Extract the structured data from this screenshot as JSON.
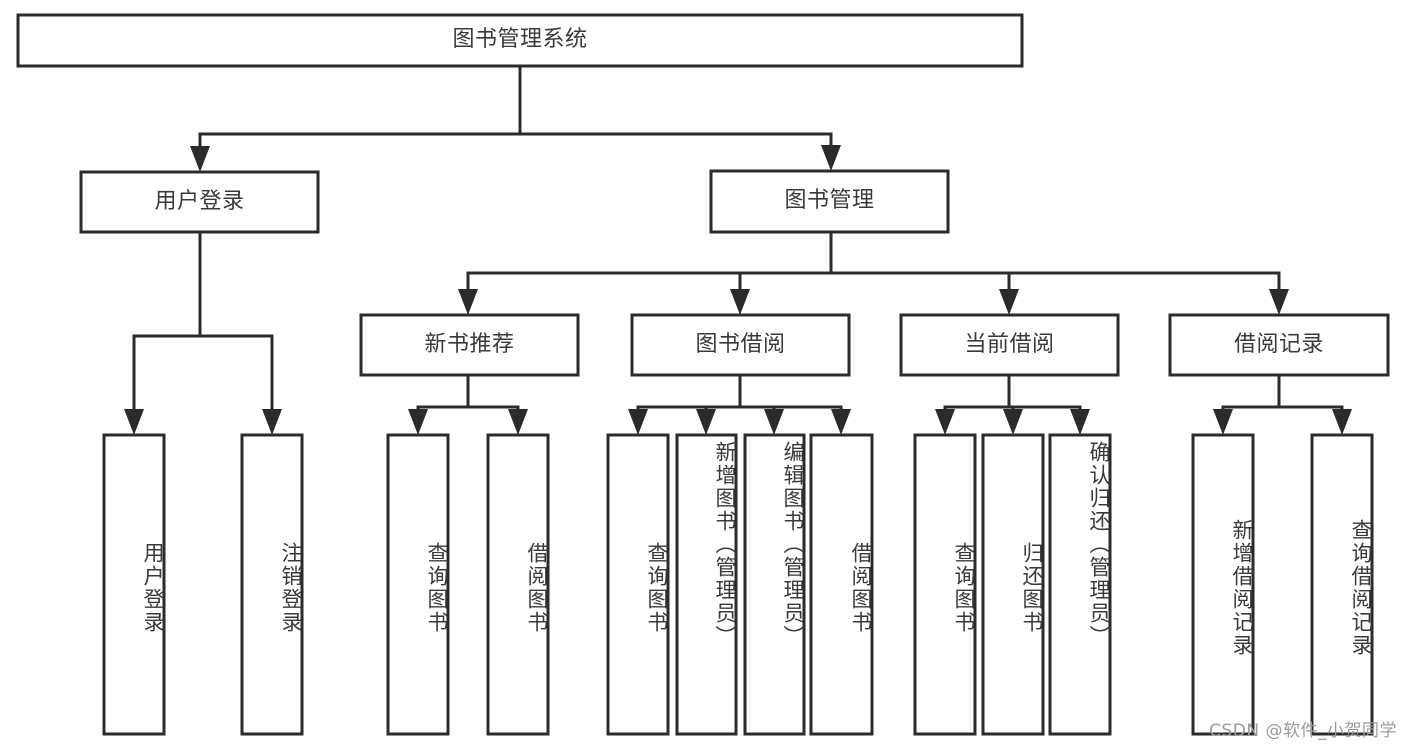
{
  "diagram": {
    "type": "tree-hierarchy",
    "title": "图书管理系统",
    "watermark": "CSDN @软件_小贺同学",
    "colors": {
      "stroke": "#2b2b2b",
      "fill": "#ffffff",
      "text": "#3a3a3a",
      "watermark": "#9b9b9b"
    },
    "root": {
      "label": "图书管理系统"
    },
    "level2": [
      {
        "label": "用户登录"
      },
      {
        "label": "图书管理"
      }
    ],
    "level3": [
      {
        "label": "新书推荐"
      },
      {
        "label": "图书借阅"
      },
      {
        "label": "当前借阅"
      },
      {
        "label": "借阅记录"
      }
    ],
    "leaves": {
      "user_login": [
        {
          "label": "用户登录"
        },
        {
          "label": "注销登录"
        }
      ],
      "new_book_recommend": [
        {
          "label": "查询图书"
        },
        {
          "label": "借阅图书"
        }
      ],
      "book_borrow": [
        {
          "label": "查询图书"
        },
        {
          "label": "新增图书（管理员）"
        },
        {
          "label": "编辑图书（管理员）"
        },
        {
          "label": "借阅图书"
        }
      ],
      "current_borrow": [
        {
          "label": "查询图书"
        },
        {
          "label": "归还图书"
        },
        {
          "label": "确认归还（管理员）"
        }
      ],
      "borrow_record": [
        {
          "label": "新增借阅记录"
        },
        {
          "label": "查询借阅记录"
        }
      ]
    }
  }
}
